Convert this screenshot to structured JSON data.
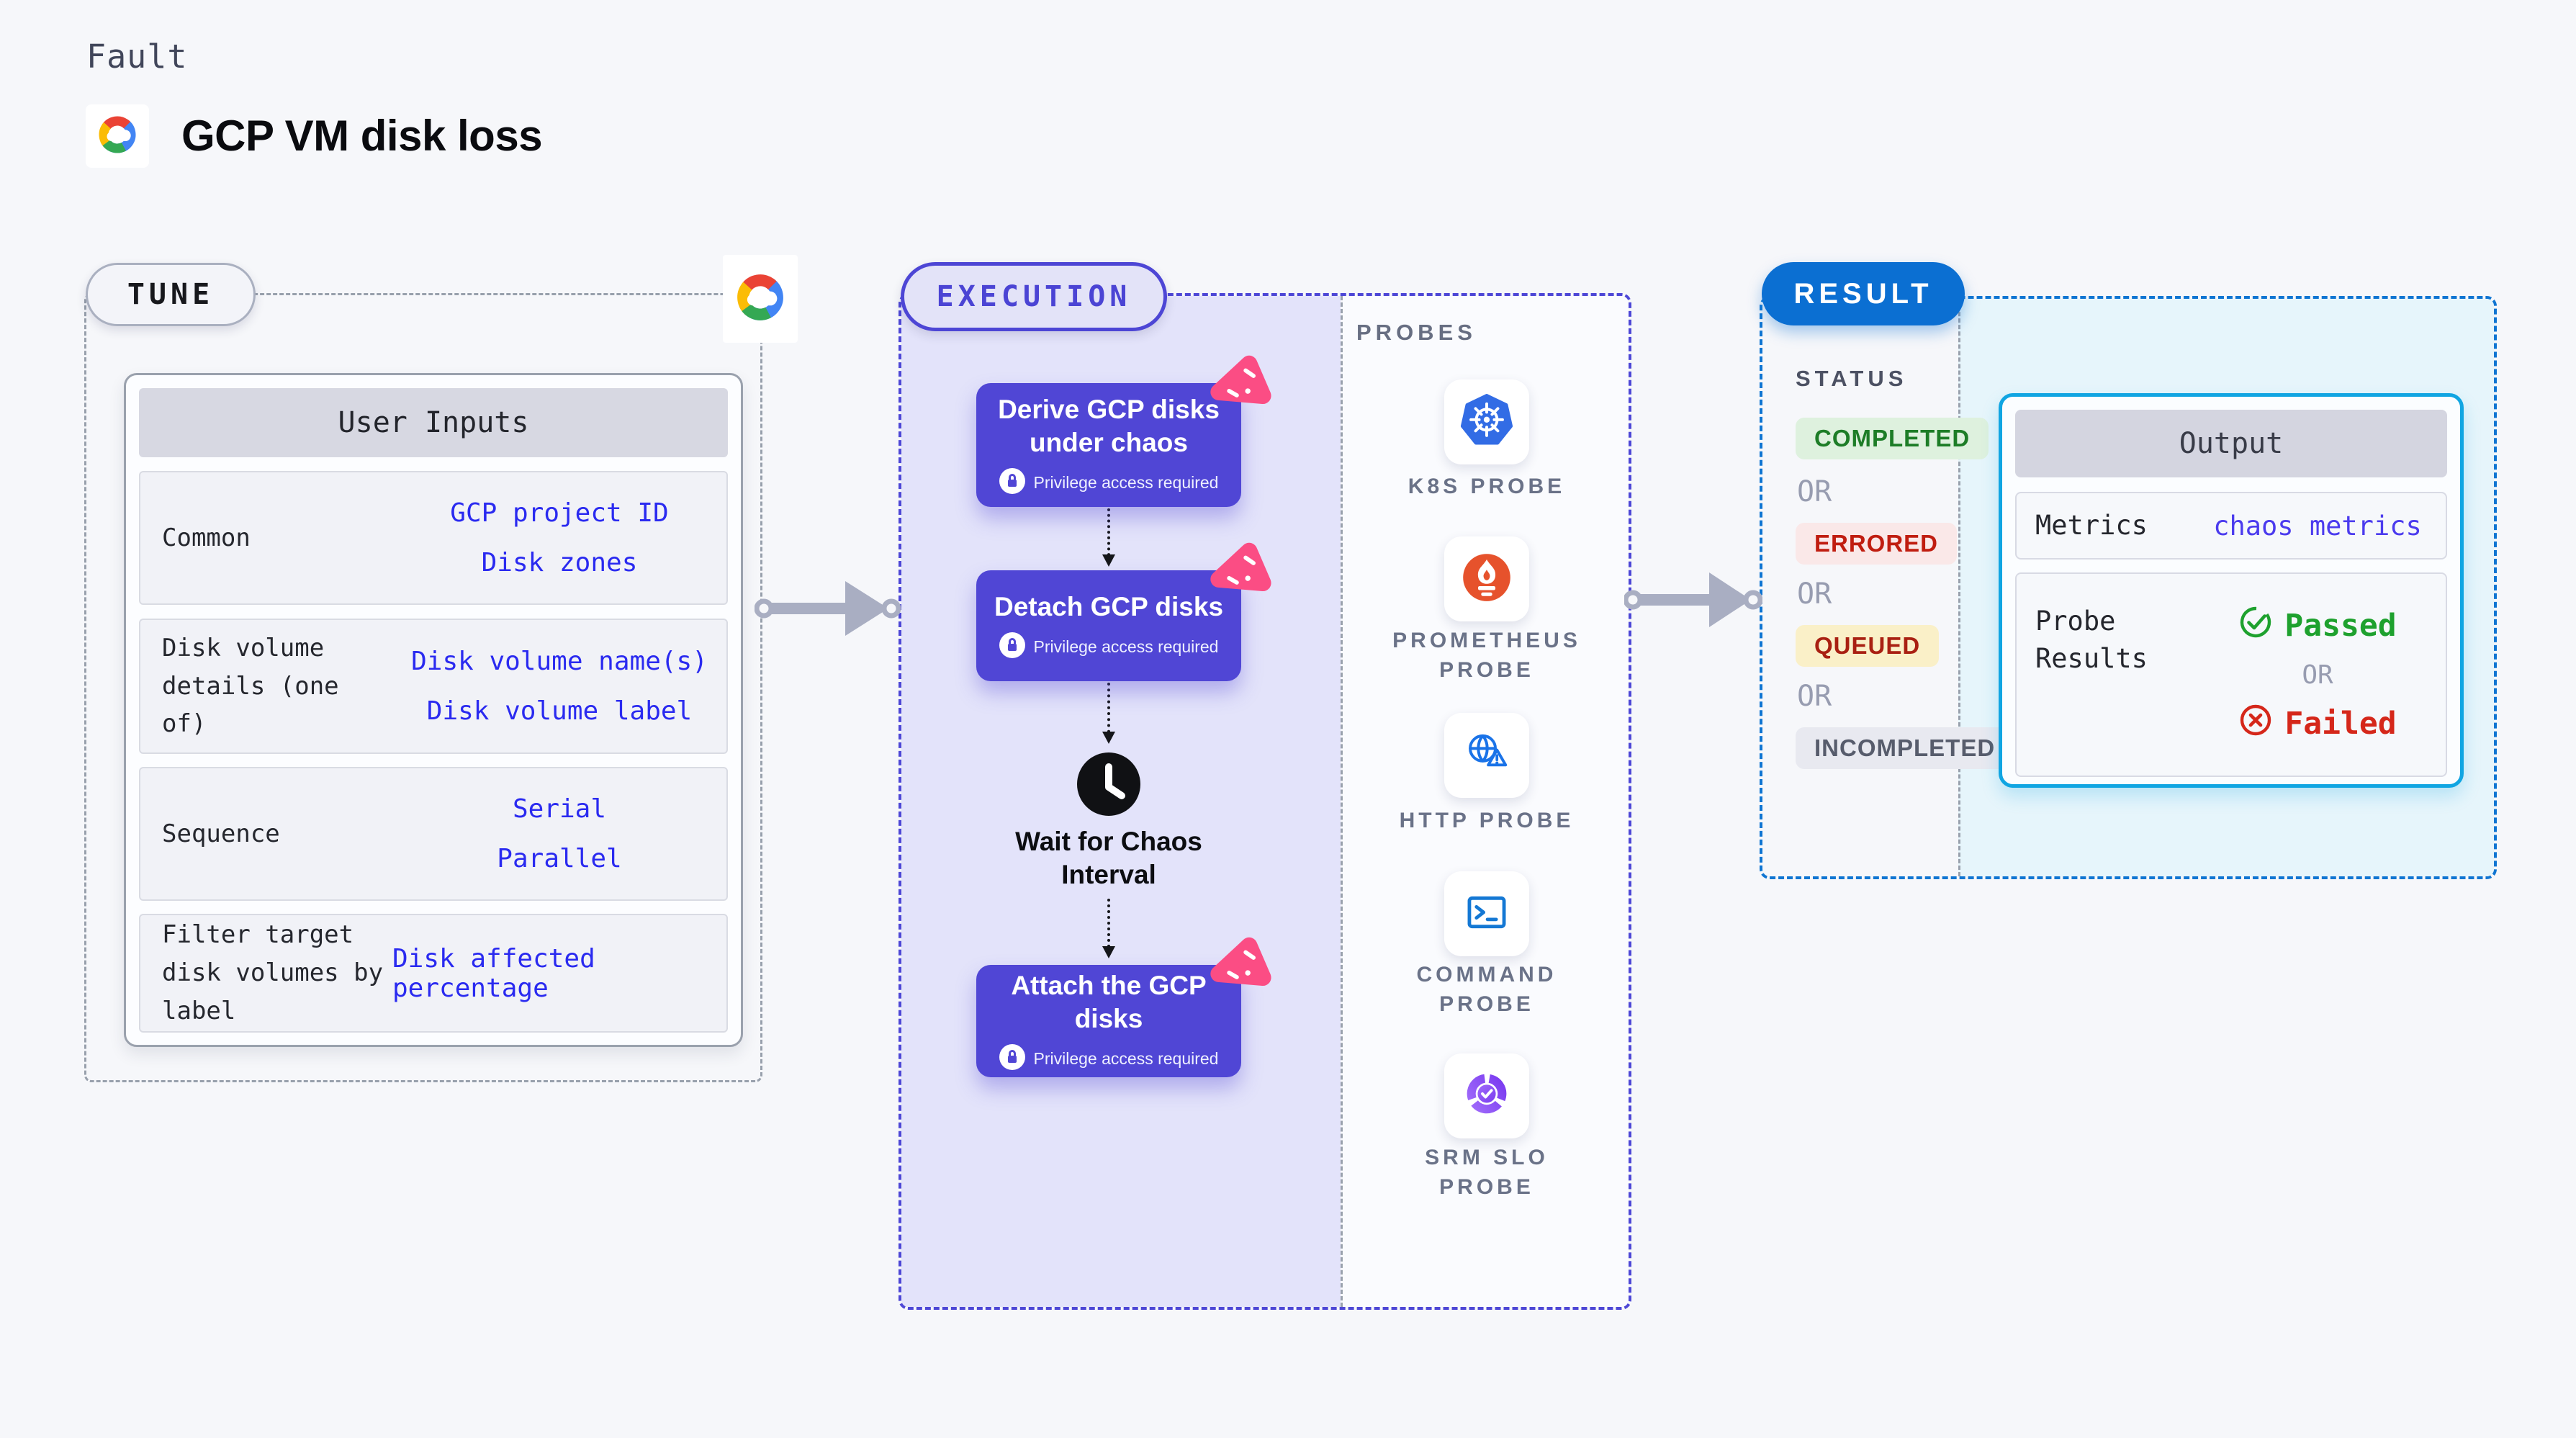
{
  "header": {
    "eyebrow": "Fault",
    "title": "GCP VM disk loss",
    "logo": "gcp-cloud-logo"
  },
  "tune": {
    "label": "TUNE",
    "card_title": "User Inputs",
    "rows": [
      {
        "label": "Common",
        "values": [
          "GCP project ID",
          "Disk zones"
        ]
      },
      {
        "label": "Disk volume details (one of)",
        "values": [
          "Disk volume name(s)",
          "Disk volume label"
        ]
      },
      {
        "label": "Sequence",
        "values": [
          "Serial",
          "Parallel"
        ]
      },
      {
        "label": "Filter target disk volumes by label",
        "values": [
          "Disk affected percentage"
        ]
      }
    ]
  },
  "execution": {
    "label": "EXECUTION",
    "privilege_note": "Privilege access required",
    "step1_line1": "Derive GCP disks",
    "step1_line2": "under chaos",
    "step2": "Detach GCP disks",
    "wait_line1": "Wait for Chaos",
    "wait_line2": "Interval",
    "step3": "Attach the GCP disks"
  },
  "probes": {
    "label": "PROBES",
    "items": [
      {
        "name": "K8S PROBE",
        "icon": "kubernetes-icon"
      },
      {
        "name": "PROMETHEUS PROBE",
        "icon": "prometheus-icon"
      },
      {
        "name": "HTTP PROBE",
        "icon": "http-globe-icon"
      },
      {
        "name": "COMMAND PROBE",
        "icon": "terminal-icon"
      },
      {
        "name": "SRM SLO PROBE",
        "icon": "slo-donut-icon"
      }
    ]
  },
  "result": {
    "label": "RESULT",
    "status_heading": "STATUS",
    "or_label": "OR",
    "statuses": [
      {
        "label": "COMPLETED",
        "fg": "#1d7d27",
        "bg": "#def1de"
      },
      {
        "label": "ERRORED",
        "fg": "#c01d10",
        "bg": "#fae8e8"
      },
      {
        "label": "QUEUED",
        "fg": "#a92012",
        "bg": "#faf0c8"
      },
      {
        "label": "INCOMPLETED",
        "fg": "#575c6c",
        "bg": "#e8e9f0"
      }
    ],
    "output": {
      "title": "Output",
      "metrics_label": "Metrics",
      "metrics_value": "chaos metrics",
      "probe_results_label": "Probe Results",
      "passed_label": "Passed",
      "failed_label": "Failed"
    }
  },
  "colors": {
    "page_bg": "#f6f7fa",
    "accent_indigo": "#4d46d5",
    "step_purple": "#5046d5",
    "chaos_badge_pink": "#fb4d84",
    "result_blue": "#0b6fd2",
    "output_border_cyan": "#10a5e2",
    "input_value_blue": "#2a2af0",
    "metrics_link_blue": "#4b3bee",
    "passed_green": "#1ea12e",
    "failed_red": "#d5271a",
    "k8s_blue": "#326ce5",
    "prometheus_orange": "#e6522c",
    "probe_icon_blue": "#1a73e8",
    "srm_purple": "#7a3bf0"
  }
}
